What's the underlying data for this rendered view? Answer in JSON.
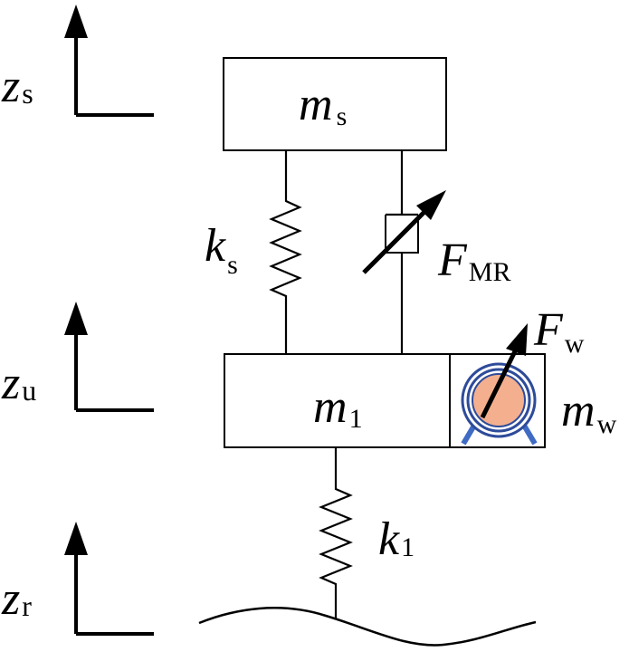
{
  "labels": {
    "zs": {
      "sym": "z",
      "sub": "s"
    },
    "zu": {
      "sym": "z",
      "sub": "u"
    },
    "zr": {
      "sym": "z",
      "sub": "r"
    },
    "ms": {
      "sym": "m",
      "sub": "s"
    },
    "m1": {
      "sym": "m",
      "sub": "1"
    },
    "mw": {
      "sym": "m",
      "sub": "w"
    },
    "ks": {
      "sym": "k",
      "sub": "s"
    },
    "k1": {
      "sym": "k",
      "sub": "1"
    },
    "fmr": {
      "sym": "F",
      "sub": "MR"
    },
    "fw": {
      "sym": "F",
      "sub": "w"
    }
  },
  "colors": {
    "line": "#000000",
    "wheel_fill": "#f4b08e",
    "wheel_ring": "#2e4b9a",
    "wheel_legs": "#3f6bc4"
  }
}
